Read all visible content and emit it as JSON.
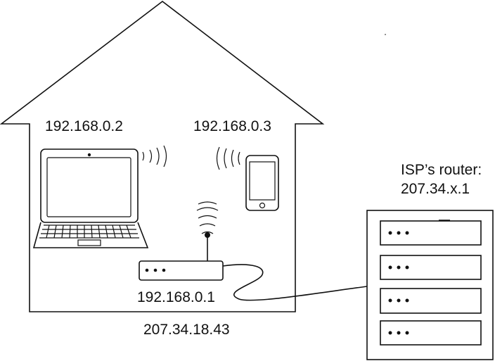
{
  "labels": {
    "laptop_ip": "192.168.0.2",
    "phone_ip": "192.168.0.3",
    "router_ip": "192.168.0.1",
    "public_ip": "207.34.18.43",
    "isp_router_title": "ISP’s router:",
    "isp_router_ip": "207.34.x.1"
  },
  "colors": {
    "line": "#111111",
    "background": "#ffffff"
  }
}
